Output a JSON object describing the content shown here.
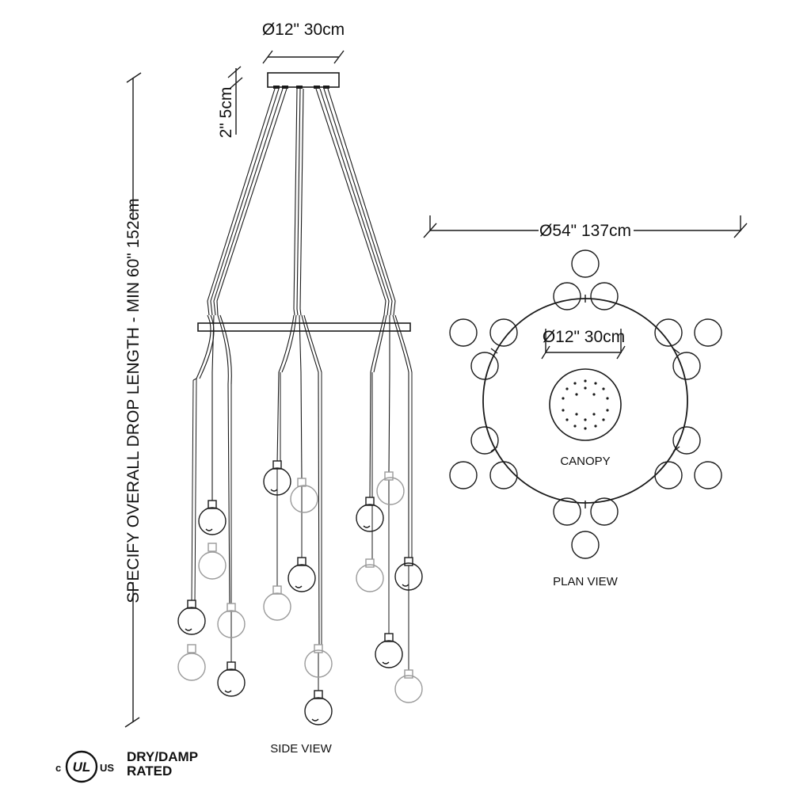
{
  "dimensions": {
    "canopy_top": "Ø12\" 30cm",
    "canopy_height": "2\" 5cm",
    "overall_drop": "SPECIFY OVERALL DROP LENGTH - MIN 60\" 152cm",
    "plan_diameter": "Ø54\" 137cm",
    "plan_canopy": "Ø12\" 30cm"
  },
  "labels": {
    "side_view": "SIDE VIEW",
    "plan_view": "PLAN VIEW",
    "canopy": "CANOPY"
  },
  "certification": {
    "left_mark": "c",
    "logo_letters": "UL",
    "right_mark": "US",
    "rating_line1": "DRY/DAMP",
    "rating_line2": "RATED"
  },
  "colors": {
    "line": "#1a1a1a",
    "ghost": "#9a9a9a"
  }
}
